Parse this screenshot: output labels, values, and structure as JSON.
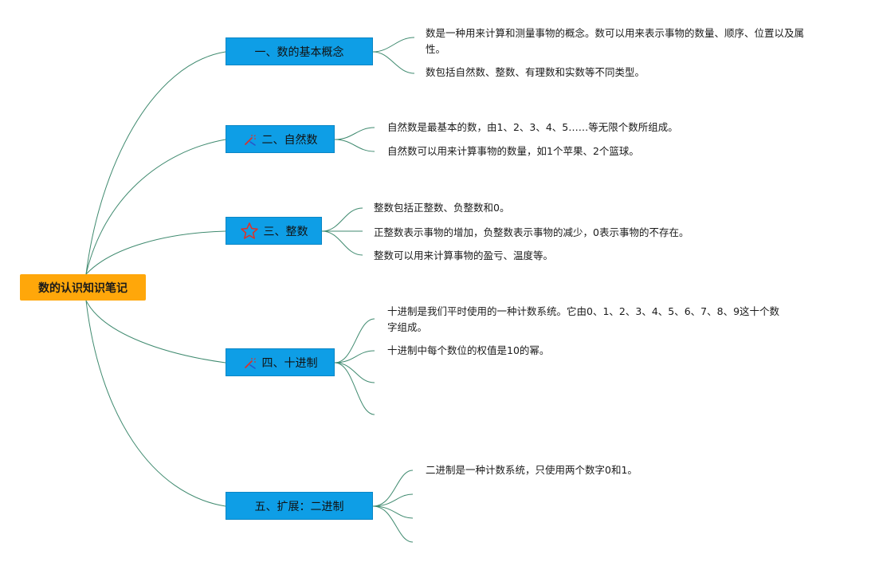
{
  "root": {
    "title": "数的认识知识笔记"
  },
  "branches": [
    {
      "label": "一、数的基本概念",
      "icon": "none",
      "notes": [
        "数是一种用来计算和测量事物的概念。数可以用来表示事物的数量、顺序、位置以及属性。",
        "数包括自然数、整数、有理数和实数等不同类型。"
      ]
    },
    {
      "label": "二、自然数",
      "icon": "magic-wand-icon",
      "notes": [
        "自然数是最基本的数，由1、2、3、4、5……等无限个数所组成。",
        "自然数可以用来计算事物的数量，如1个苹果、2个篮球。"
      ]
    },
    {
      "label": "三、整数",
      "icon": "star-outline-icon",
      "notes": [
        "整数包括正整数、负整数和0。",
        "正整数表示事物的增加，负整数表示事物的减少，0表示事物的不存在。",
        "整数可以用来计算事物的盈亏、温度等。"
      ]
    },
    {
      "label": "四、十进制",
      "icon": "magic-wand-icon",
      "notes": [
        "十进制是我们平时使用的一种计数系统。它由0、1、2、3、4、5、6、7、8、9这十个数字组成。",
        "十进制中每个数位的权值是10的幂。"
      ]
    },
    {
      "label": "五、扩展：二进制",
      "icon": "none",
      "notes": [
        "二进制是一种计数系统，只使用两个数字0和1。"
      ]
    }
  ],
  "colors": {
    "root_fill": "#ffa70a",
    "branch_fill": "#0e9ee6",
    "connector": "#3f8a6f",
    "icon_red": "#d9342b",
    "icon_blue": "#2a55c9"
  }
}
